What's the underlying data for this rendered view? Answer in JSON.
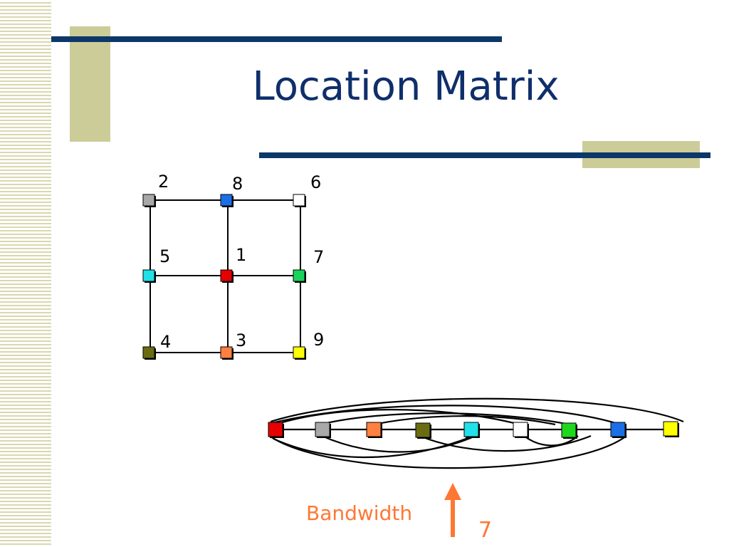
{
  "slide": {
    "title": "Location Matrix"
  },
  "grid": {
    "nodes": [
      {
        "label": "2",
        "color": "#a8a8a8",
        "row": 0,
        "col": 0
      },
      {
        "label": "8",
        "color": "#1a6fe6",
        "row": 0,
        "col": 1
      },
      {
        "label": "6",
        "color": "#ffffff",
        "row": 0,
        "col": 2
      },
      {
        "label": "5",
        "color": "#22e0e8",
        "row": 1,
        "col": 0
      },
      {
        "label": "1",
        "color": "#e60000",
        "row": 1,
        "col": 1
      },
      {
        "label": "7",
        "color": "#19d45a",
        "row": 1,
        "col": 2
      },
      {
        "label": "4",
        "color": "#6b6b12",
        "row": 2,
        "col": 0
      },
      {
        "label": "3",
        "color": "#ff8040",
        "row": 2,
        "col": 1
      },
      {
        "label": "9",
        "color": "#ffff00",
        "row": 2,
        "col": 2
      }
    ]
  },
  "chain": {
    "colors": [
      "#e60000",
      "#a8a8a8",
      "#ff8040",
      "#6b6b12",
      "#22e0e8",
      "#ffffff",
      "#1ed81e",
      "#1a6fe6",
      "#ffff00"
    ]
  },
  "bandwidth": {
    "label": "Bandwidth",
    "value": "7",
    "color": "#ff7733"
  }
}
